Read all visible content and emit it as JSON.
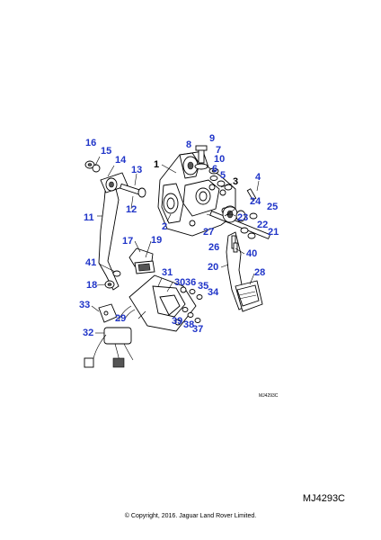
{
  "diagram": {
    "callouts": [
      {
        "id": "1",
        "color": "black"
      },
      {
        "id": "2",
        "color": "blue"
      },
      {
        "id": "3",
        "color": "black"
      },
      {
        "id": "4",
        "color": "blue"
      },
      {
        "id": "5",
        "color": "blue"
      },
      {
        "id": "6",
        "color": "blue"
      },
      {
        "id": "7",
        "color": "blue"
      },
      {
        "id": "8",
        "color": "blue"
      },
      {
        "id": "9",
        "color": "blue"
      },
      {
        "id": "10",
        "color": "blue"
      },
      {
        "id": "11",
        "color": "blue"
      },
      {
        "id": "12",
        "color": "blue"
      },
      {
        "id": "13",
        "color": "blue"
      },
      {
        "id": "14",
        "color": "blue"
      },
      {
        "id": "15",
        "color": "blue"
      },
      {
        "id": "16",
        "color": "blue"
      },
      {
        "id": "17",
        "color": "blue"
      },
      {
        "id": "18",
        "color": "blue"
      },
      {
        "id": "19",
        "color": "blue"
      },
      {
        "id": "20",
        "color": "blue"
      },
      {
        "id": "21",
        "color": "blue"
      },
      {
        "id": "22",
        "color": "blue"
      },
      {
        "id": "23",
        "color": "blue"
      },
      {
        "id": "24",
        "color": "blue"
      },
      {
        "id": "25",
        "color": "blue"
      },
      {
        "id": "26",
        "color": "blue"
      },
      {
        "id": "27",
        "color": "blue"
      },
      {
        "id": "28",
        "color": "blue"
      },
      {
        "id": "29",
        "color": "blue"
      },
      {
        "id": "30",
        "color": "blue"
      },
      {
        "id": "31",
        "color": "blue"
      },
      {
        "id": "32",
        "color": "blue"
      },
      {
        "id": "33",
        "color": "blue"
      },
      {
        "id": "34",
        "color": "blue"
      },
      {
        "id": "35",
        "color": "blue"
      },
      {
        "id": "36",
        "color": "blue"
      },
      {
        "id": "37",
        "color": "blue"
      },
      {
        "id": "38",
        "color": "blue"
      },
      {
        "id": "39",
        "color": "blue"
      },
      {
        "id": "40",
        "color": "blue"
      },
      {
        "id": "41",
        "color": "blue"
      }
    ],
    "colors": {
      "callout_blue": "#1f34c8",
      "callout_black": "#000000"
    },
    "reference_small": "MJ4293C"
  },
  "reference_code": "MJ4293C",
  "copyright": "© Copyright, 2016. Jaguar Land Rover Limited."
}
